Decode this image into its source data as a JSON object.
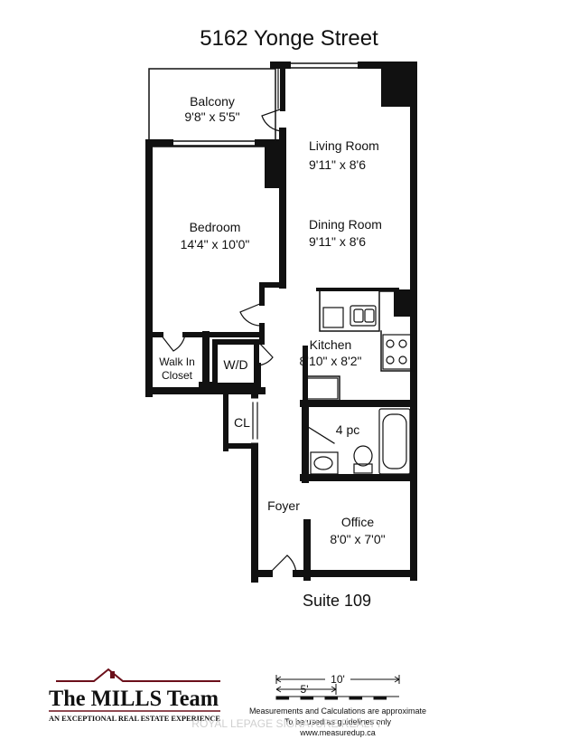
{
  "header": {
    "title": "5162 Yonge Street"
  },
  "rooms": {
    "balcony": {
      "name": "Balcony",
      "size": "9'8\" x 5'5\""
    },
    "living": {
      "name": "Living Room",
      "size": "9'11\" x 8'6"
    },
    "dining": {
      "name": "Dining Room",
      "size": "9'11\" x 8'6"
    },
    "bedroom": {
      "name": "Bedroom",
      "size": "14'4\" x 10'0\""
    },
    "kitchen": {
      "name": "Kitchen",
      "size": "8'10\" x 8'2\""
    },
    "walkin": {
      "name_line1": "Walk In",
      "name_line2": "Closet"
    },
    "wd": {
      "name": "W/D"
    },
    "cl": {
      "name": "CL"
    },
    "bath": {
      "name": "4 pc"
    },
    "foyer": {
      "name": "Foyer"
    },
    "office": {
      "name": "Office",
      "size": "8'0\" x 7'0\""
    }
  },
  "suite": {
    "label": "Suite 109"
  },
  "logo": {
    "line1": "The MILLS Team",
    "tagline": "AN EXCEPTIONAL REAL ESTATE EXPERIENCE",
    "brand_color": "#6b0f1a"
  },
  "scale": {
    "label_10": "10'",
    "label_5": "5'"
  },
  "notes": {
    "line1": "Measurements and Calculations are approximate",
    "line2": "To be used as guidelines only",
    "line3": "www.measuredup.ca"
  },
  "watermark": {
    "text": "ROYAL LEPAGE SIGNATURE REALTY"
  }
}
